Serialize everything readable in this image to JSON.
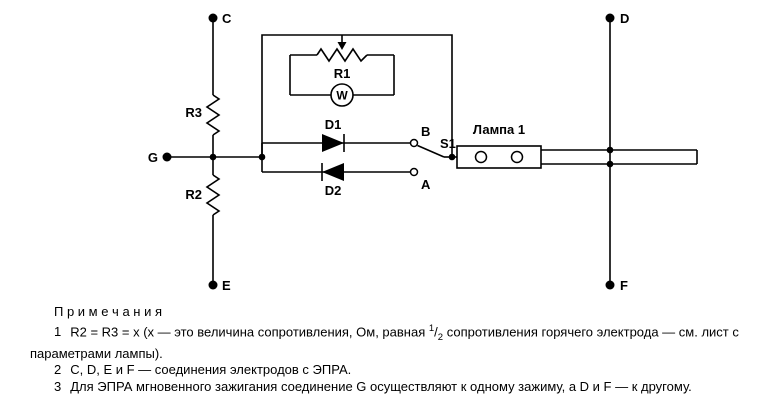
{
  "diagram": {
    "terminals": {
      "c": "C",
      "d": "D",
      "e": "E",
      "f": "F",
      "g": "G"
    },
    "labels": {
      "r1": "R1",
      "r2": "R2",
      "r3": "R3",
      "d1": "D1",
      "d2": "D2",
      "s1": "S1",
      "wattmeter": "W",
      "lamp": "Лампа 1",
      "contact_b": "B",
      "contact_a": "A"
    }
  },
  "notes": {
    "heading": "П р и м е ч а н и я",
    "items": [
      {
        "num": "1",
        "text_before_frac": "R2 = R3 = x (x — это величина сопротивления, Ом, равная ",
        "frac_num": "1",
        "frac_slash": "/",
        "frac_den": "2",
        "text_after_frac": " сопротивления горячего электрода — см. лист с параметрами лампы)."
      },
      {
        "num": "2",
        "text": "C, D, E и F — соединения электродов с ЭПРА."
      },
      {
        "num": "3",
        "text": "Для ЭПРА мгновенного зажигания соединение G осуществляют к одному зажиму, а D и F — к другому."
      }
    ]
  }
}
